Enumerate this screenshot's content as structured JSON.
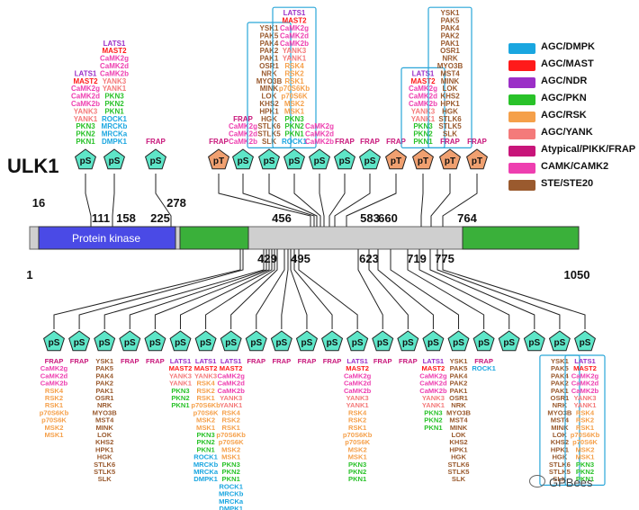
{
  "protein": "ULK1",
  "domain_label": "Protein kinase",
  "colors": {
    "AGC_DMPK": "#1aa6e0",
    "AGC_MAST": "#ff1a1a",
    "AGC_NDR": "#9b2fc7",
    "AGC_PKN": "#29c229",
    "AGC_RSK": "#f5a04a",
    "AGC_YANK": "#f47a7a",
    "Atypical": "#c8157a",
    "CAMK": "#ee3fb0",
    "STE": "#9a5a2e",
    "site_pS": "#5ee6c8",
    "site_pT": "#f0a070",
    "kinase_domain": "#4040e0",
    "green_region": "#3ab03a",
    "box_border": "#2aa6d8"
  },
  "legend": [
    {
      "label": "AGC/DMPK",
      "color_key": "AGC_DMPK"
    },
    {
      "label": "AGC/MAST",
      "color_key": "AGC_MAST"
    },
    {
      "label": "AGC/NDR",
      "color_key": "AGC_NDR"
    },
    {
      "label": "AGC/PKN",
      "color_key": "AGC_PKN"
    },
    {
      "label": "AGC/RSK",
      "color_key": "AGC_RSK"
    },
    {
      "label": "AGC/YANK",
      "color_key": "AGC_YANK"
    },
    {
      "label": "Atypical/PIKK/FRAP",
      "color_key": "Atypical"
    },
    {
      "label": "CAMK/CAMK2",
      "color_key": "CAMK"
    },
    {
      "label": "STE/STE20",
      "color_key": "STE"
    }
  ],
  "positions_top": [
    "16",
    "111",
    "158",
    "225",
    "278",
    "456",
    "583",
    "660",
    "764"
  ],
  "positions_bottom": [
    "1",
    "429",
    "495",
    "623",
    "719",
    "775",
    "1050"
  ],
  "top_sites": [
    {
      "type": "pS",
      "kinases": [
        [
          "LATS1",
          "AGC_NDR"
        ],
        [
          "MAST2",
          "AGC_MAST"
        ],
        [
          "CaMK2g",
          "CAMK"
        ],
        [
          "CaMK2d",
          "CAMK"
        ],
        [
          "CaMK2b",
          "CAMK"
        ],
        [
          "YANK3",
          "AGC_YANK"
        ],
        [
          "YANK1",
          "AGC_YANK"
        ],
        [
          "PKN3",
          "AGC_PKN"
        ],
        [
          "PKN2",
          "AGC_PKN"
        ],
        [
          "PKN1",
          "AGC_PKN"
        ]
      ]
    },
    {
      "type": "pS",
      "kinases": [
        [
          "LATS1",
          "AGC_NDR"
        ],
        [
          "MAST2",
          "AGC_MAST"
        ],
        [
          "CaMK2g",
          "CAMK"
        ],
        [
          "CaMK2d",
          "CAMK"
        ],
        [
          "CaMK2b",
          "CAMK"
        ],
        [
          "YANK3",
          "AGC_YANK"
        ],
        [
          "YANK1",
          "AGC_YANK"
        ],
        [
          "PKN3",
          "AGC_PKN"
        ],
        [
          "PKN2",
          "AGC_PKN"
        ],
        [
          "PKN1",
          "AGC_PKN"
        ],
        [
          "ROCK1",
          "AGC_DMPK"
        ],
        [
          "MRCKb",
          "AGC_DMPK"
        ],
        [
          "MRCKa",
          "AGC_DMPK"
        ],
        [
          "DMPK1",
          "AGC_DMPK"
        ]
      ]
    },
    {
      "type": "pS",
      "kinases": [
        [
          "FRAP",
          "Atypical"
        ]
      ]
    },
    {
      "type": "pT",
      "kinases": [
        [
          "FRAP",
          "Atypical"
        ]
      ]
    },
    {
      "type": "pS",
      "kinases": [
        [
          "FRAP",
          "Atypical"
        ],
        [
          "CaMK2g",
          "CAMK"
        ],
        [
          "CaMK2d",
          "CAMK"
        ],
        [
          "CaMK2b",
          "CAMK"
        ]
      ]
    },
    {
      "type": "pS",
      "boxed": true,
      "kinases": [
        [
          "YSK1",
          "STE"
        ],
        [
          "PAK5",
          "STE"
        ],
        [
          "PAK4",
          "STE"
        ],
        [
          "PAK2",
          "STE"
        ],
        [
          "PAK1",
          "STE"
        ],
        [
          "OSR1",
          "STE"
        ],
        [
          "NRK",
          "STE"
        ],
        [
          "MYO3B",
          "STE"
        ],
        [
          "MINK",
          "STE"
        ],
        [
          "LOK",
          "STE"
        ],
        [
          "KHS2",
          "STE"
        ],
        [
          "HPK1",
          "STE"
        ],
        [
          "HGK",
          "STE"
        ],
        [
          "STLK6",
          "STE"
        ],
        [
          "STLK5",
          "STE"
        ],
        [
          "SLK",
          "STE"
        ]
      ]
    },
    {
      "type": "pS",
      "boxed": true,
      "kinases": [
        [
          "LATS1",
          "AGC_NDR"
        ],
        [
          "MAST2",
          "AGC_MAST"
        ],
        [
          "CaMK2g",
          "CAMK"
        ],
        [
          "CaMK2d",
          "CAMK"
        ],
        [
          "CaMK2b",
          "CAMK"
        ],
        [
          "YANK3",
          "AGC_YANK"
        ],
        [
          "YANK1",
          "AGC_YANK"
        ],
        [
          "RSK4",
          "AGC_RSK"
        ],
        [
          "RSK2",
          "AGC_RSK"
        ],
        [
          "RSK1",
          "AGC_RSK"
        ],
        [
          "p70S6Kb",
          "AGC_RSK"
        ],
        [
          "p70S6K",
          "AGC_RSK"
        ],
        [
          "MSK2",
          "AGC_RSK"
        ],
        [
          "MSK1",
          "AGC_RSK"
        ],
        [
          "PKN3",
          "AGC_PKN"
        ],
        [
          "PKN2",
          "AGC_PKN"
        ],
        [
          "PKN1",
          "AGC_PKN"
        ],
        [
          "ROCK1",
          "AGC_DMPK"
        ]
      ]
    },
    {
      "type": "pS",
      "kinases": [
        [
          "CaMK2g",
          "CAMK"
        ],
        [
          "CaMK2d",
          "CAMK"
        ],
        [
          "CaMK2b",
          "CAMK"
        ]
      ]
    },
    {
      "type": "pS",
      "kinases": [
        [
          "FRAP",
          "Atypical"
        ]
      ]
    },
    {
      "type": "pS",
      "kinases": [
        [
          "FRAP",
          "Atypical"
        ]
      ]
    },
    {
      "type": "pT",
      "kinases": [
        [
          "FRAP",
          "Atypical"
        ]
      ]
    },
    {
      "type": "pT",
      "boxed": true,
      "kinases": [
        [
          "LATS1",
          "AGC_NDR"
        ],
        [
          "MAST2",
          "AGC_MAST"
        ],
        [
          "CaMK2g",
          "CAMK"
        ],
        [
          "CaMK2d",
          "CAMK"
        ],
        [
          "CaMK2b",
          "CAMK"
        ],
        [
          "YANK3",
          "AGC_YANK"
        ],
        [
          "YANK1",
          "AGC_YANK"
        ],
        [
          "PKN3",
          "AGC_PKN"
        ],
        [
          "PKN2",
          "AGC_PKN"
        ],
        [
          "PKN1",
          "AGC_PKN"
        ]
      ]
    },
    {
      "type": "pT",
      "boxed": true,
      "kinases": [
        [
          "YSK1",
          "STE"
        ],
        [
          "PAK5",
          "STE"
        ],
        [
          "PAK4",
          "STE"
        ],
        [
          "PAK2",
          "STE"
        ],
        [
          "PAK1",
          "STE"
        ],
        [
          "OSR1",
          "STE"
        ],
        [
          "NRK",
          "STE"
        ],
        [
          "MYO3B",
          "STE"
        ],
        [
          "MST4",
          "STE"
        ],
        [
          "MINK",
          "STE"
        ],
        [
          "LOK",
          "STE"
        ],
        [
          "KHS2",
          "STE"
        ],
        [
          "HPK1",
          "STE"
        ],
        [
          "HGK",
          "STE"
        ],
        [
          "STLK6",
          "STE"
        ],
        [
          "STLK5",
          "STE"
        ],
        [
          "SLK",
          "STE"
        ],
        [
          "FRAP",
          "Atypical"
        ]
      ]
    },
    {
      "type": "pT",
      "kinases": [
        [
          "FRAP",
          "Atypical"
        ]
      ]
    }
  ],
  "bottom_sites": [
    {
      "type": "pS",
      "kinases": [
        [
          "FRAP",
          "Atypical"
        ],
        [
          "CaMK2g",
          "CAMK"
        ],
        [
          "CaMK2d",
          "CAMK"
        ],
        [
          "CaMK2b",
          "CAMK"
        ],
        [
          "RSK4",
          "AGC_RSK"
        ],
        [
          "RSK2",
          "AGC_RSK"
        ],
        [
          "RSK1",
          "AGC_RSK"
        ],
        [
          "p70S6Kb",
          "AGC_RSK"
        ],
        [
          "p70S6K",
          "AGC_RSK"
        ],
        [
          "MSK2",
          "AGC_RSK"
        ],
        [
          "MSK1",
          "AGC_RSK"
        ]
      ]
    },
    {
      "type": "pS",
      "kinases": [
        [
          "FRAP",
          "Atypical"
        ]
      ]
    },
    {
      "type": "pS",
      "kinases": [
        [
          "YSK1",
          "STE"
        ],
        [
          "PAK5",
          "STE"
        ],
        [
          "PAK4",
          "STE"
        ],
        [
          "PAK2",
          "STE"
        ],
        [
          "PAK1",
          "STE"
        ],
        [
          "OSR1",
          "STE"
        ],
        [
          "NRK",
          "STE"
        ],
        [
          "MYO3B",
          "STE"
        ],
        [
          "MST4",
          "STE"
        ],
        [
          "MINK",
          "STE"
        ],
        [
          "LOK",
          "STE"
        ],
        [
          "KHS2",
          "STE"
        ],
        [
          "HPK1",
          "STE"
        ],
        [
          "HGK",
          "STE"
        ],
        [
          "STLK6",
          "STE"
        ],
        [
          "STLK5",
          "STE"
        ],
        [
          "SLK",
          "STE"
        ]
      ]
    },
    {
      "type": "pS",
      "kinases": [
        [
          "FRAP",
          "Atypical"
        ]
      ]
    },
    {
      "type": "pS",
      "kinases": [
        [
          "FRAP",
          "Atypical"
        ]
      ]
    },
    {
      "type": "pS",
      "kinases": [
        [
          "LATS1",
          "AGC_NDR"
        ],
        [
          "MAST2",
          "AGC_MAST"
        ],
        [
          "YANK3",
          "AGC_YANK"
        ],
        [
          "YANK1",
          "AGC_YANK"
        ],
        [
          "PKN3",
          "AGC_PKN"
        ],
        [
          "PKN2",
          "AGC_PKN"
        ],
        [
          "PKN1",
          "AGC_PKN"
        ]
      ]
    },
    {
      "type": "pS",
      "kinases": [
        [
          "LATS1",
          "AGC_NDR"
        ],
        [
          "MAST2",
          "AGC_MAST"
        ],
        [
          "YANK3",
          "AGC_YANK"
        ],
        [
          "RSK4",
          "AGC_RSK"
        ],
        [
          "RSK2",
          "AGC_RSK"
        ],
        [
          "RSK1",
          "AGC_RSK"
        ],
        [
          "p70S6Kb",
          "AGC_RSK"
        ],
        [
          "p70S6K",
          "AGC_RSK"
        ],
        [
          "MSK2",
          "AGC_RSK"
        ],
        [
          "MSK1",
          "AGC_RSK"
        ],
        [
          "PKN3",
          "AGC_PKN"
        ],
        [
          "PKN2",
          "AGC_PKN"
        ],
        [
          "PKN1",
          "AGC_PKN"
        ],
        [
          "ROCK1",
          "AGC_DMPK"
        ],
        [
          "MRCKb",
          "AGC_DMPK"
        ],
        [
          "MRCKa",
          "AGC_DMPK"
        ],
        [
          "DMPK1",
          "AGC_DMPK"
        ]
      ]
    },
    {
      "type": "pS",
      "kinases": [
        [
          "LATS1",
          "AGC_NDR"
        ],
        [
          "MAST2",
          "AGC_MAST"
        ],
        [
          "CaMK2g",
          "CAMK"
        ],
        [
          "CaMK2d",
          "CAMK"
        ],
        [
          "CaMK2b",
          "CAMK"
        ],
        [
          "YANK3",
          "AGC_YANK"
        ],
        [
          "YANK1",
          "AGC_YANK"
        ],
        [
          "RSK4",
          "AGC_RSK"
        ],
        [
          "RSK2",
          "AGC_RSK"
        ],
        [
          "RSK1",
          "AGC_RSK"
        ],
        [
          "p70S6Kb",
          "AGC_RSK"
        ],
        [
          "p70S6K",
          "AGC_RSK"
        ],
        [
          "MSK2",
          "AGC_RSK"
        ],
        [
          "MSK1",
          "AGC_RSK"
        ],
        [
          "PKN3",
          "AGC_PKN"
        ],
        [
          "PKN2",
          "AGC_PKN"
        ],
        [
          "PKN1",
          "AGC_PKN"
        ],
        [
          "ROCK1",
          "AGC_DMPK"
        ],
        [
          "MRCKb",
          "AGC_DMPK"
        ],
        [
          "MRCKa",
          "AGC_DMPK"
        ],
        [
          "DMPK1",
          "AGC_DMPK"
        ]
      ]
    },
    {
      "type": "pS",
      "kinases": [
        [
          "FRAP",
          "Atypical"
        ]
      ]
    },
    {
      "type": "pS",
      "kinases": [
        [
          "FRAP",
          "Atypical"
        ]
      ]
    },
    {
      "type": "pS",
      "kinases": [
        [
          "FRAP",
          "Atypical"
        ]
      ]
    },
    {
      "type": "pS",
      "kinases": [
        [
          "FRAP",
          "Atypical"
        ]
      ]
    },
    {
      "type": "pS",
      "kinases": [
        [
          "LATS1",
          "AGC_NDR"
        ],
        [
          "MAST2",
          "AGC_MAST"
        ],
        [
          "CaMK2g",
          "CAMK"
        ],
        [
          "CaMK2d",
          "CAMK"
        ],
        [
          "CaMK2b",
          "CAMK"
        ],
        [
          "YANK3",
          "AGC_YANK"
        ],
        [
          "YANK1",
          "AGC_YANK"
        ],
        [
          "RSK4",
          "AGC_RSK"
        ],
        [
          "RSK2",
          "AGC_RSK"
        ],
        [
          "RSK1",
          "AGC_RSK"
        ],
        [
          "p70S6Kb",
          "AGC_RSK"
        ],
        [
          "p70S6K",
          "AGC_RSK"
        ],
        [
          "MSK2",
          "AGC_RSK"
        ],
        [
          "MSK1",
          "AGC_RSK"
        ],
        [
          "PKN3",
          "AGC_PKN"
        ],
        [
          "PKN2",
          "AGC_PKN"
        ],
        [
          "PKN1",
          "AGC_PKN"
        ]
      ]
    },
    {
      "type": "pS",
      "kinases": [
        [
          "FRAP",
          "Atypical"
        ]
      ]
    },
    {
      "type": "pS",
      "kinases": [
        [
          "FRAP",
          "Atypical"
        ]
      ]
    },
    {
      "type": "pS",
      "kinases": [
        [
          "LATS1",
          "AGC_NDR"
        ],
        [
          "MAST2",
          "AGC_MAST"
        ],
        [
          "CaMK2g",
          "CAMK"
        ],
        [
          "CaMK2d",
          "CAMK"
        ],
        [
          "CaMK2b",
          "CAMK"
        ],
        [
          "YANK3",
          "AGC_YANK"
        ],
        [
          "YANK1",
          "AGC_YANK"
        ],
        [
          "PKN3",
          "AGC_PKN"
        ],
        [
          "PKN2",
          "AGC_PKN"
        ],
        [
          "PKN1",
          "AGC_PKN"
        ]
      ]
    },
    {
      "type": "pS",
      "kinases": [
        [
          "YSK1",
          "STE"
        ],
        [
          "PAK5",
          "STE"
        ],
        [
          "PAK4",
          "STE"
        ],
        [
          "PAK2",
          "STE"
        ],
        [
          "PAK1",
          "STE"
        ],
        [
          "OSR1",
          "STE"
        ],
        [
          "NRK",
          "STE"
        ],
        [
          "MYO3B",
          "STE"
        ],
        [
          "MST4",
          "STE"
        ],
        [
          "MINK",
          "STE"
        ],
        [
          "LOK",
          "STE"
        ],
        [
          "KHS2",
          "STE"
        ],
        [
          "HPK1",
          "STE"
        ],
        [
          "HGK",
          "STE"
        ],
        [
          "STLK6",
          "STE"
        ],
        [
          "STLK5",
          "STE"
        ],
        [
          "SLK",
          "STE"
        ]
      ]
    },
    {
      "type": "pS",
      "kinases": [
        [
          "FRAP",
          "Atypical"
        ],
        [
          "ROCK1",
          "AGC_DMPK"
        ]
      ]
    },
    {
      "type": "pS",
      "kinases": []
    },
    {
      "type": "pS",
      "kinases": []
    },
    {
      "type": "pS",
      "boxed": true,
      "kinases": [
        [
          "YSK1",
          "STE"
        ],
        [
          "PAK5",
          "STE"
        ],
        [
          "PAK4",
          "STE"
        ],
        [
          "PAK2",
          "STE"
        ],
        [
          "PAK1",
          "STE"
        ],
        [
          "OSR1",
          "STE"
        ],
        [
          "NRK",
          "STE"
        ],
        [
          "MYO3B",
          "STE"
        ],
        [
          "MST4",
          "STE"
        ],
        [
          "MINK",
          "STE"
        ],
        [
          "LOK",
          "STE"
        ],
        [
          "KHS2",
          "STE"
        ],
        [
          "HPK1",
          "STE"
        ],
        [
          "HGK",
          "STE"
        ],
        [
          "STLK6",
          "STE"
        ],
        [
          "STLK5",
          "STE"
        ],
        [
          "SLK",
          "STE"
        ]
      ]
    },
    {
      "type": "pS",
      "boxed": true,
      "kinases": [
        [
          "LATS1",
          "AGC_NDR"
        ],
        [
          "MAST2",
          "AGC_MAST"
        ],
        [
          "CaMK2g",
          "CAMK"
        ],
        [
          "CaMK2d",
          "CAMK"
        ],
        [
          "CaMK2b",
          "CAMK"
        ],
        [
          "YANK3",
          "AGC_YANK"
        ],
        [
          "YANK1",
          "AGC_YANK"
        ],
        [
          "RSK4",
          "AGC_RSK"
        ],
        [
          "RSK2",
          "AGC_RSK"
        ],
        [
          "RSK1",
          "AGC_RSK"
        ],
        [
          "p70S6Kb",
          "AGC_RSK"
        ],
        [
          "p70S6K",
          "AGC_RSK"
        ],
        [
          "MSK2",
          "AGC_RSK"
        ],
        [
          "MSK1",
          "AGC_RSK"
        ],
        [
          "PKN3",
          "AGC_PKN"
        ],
        [
          "PKN2",
          "AGC_PKN"
        ],
        [
          "PKN1",
          "AGC_PKN"
        ]
      ]
    }
  ],
  "watermark": "GPBees"
}
